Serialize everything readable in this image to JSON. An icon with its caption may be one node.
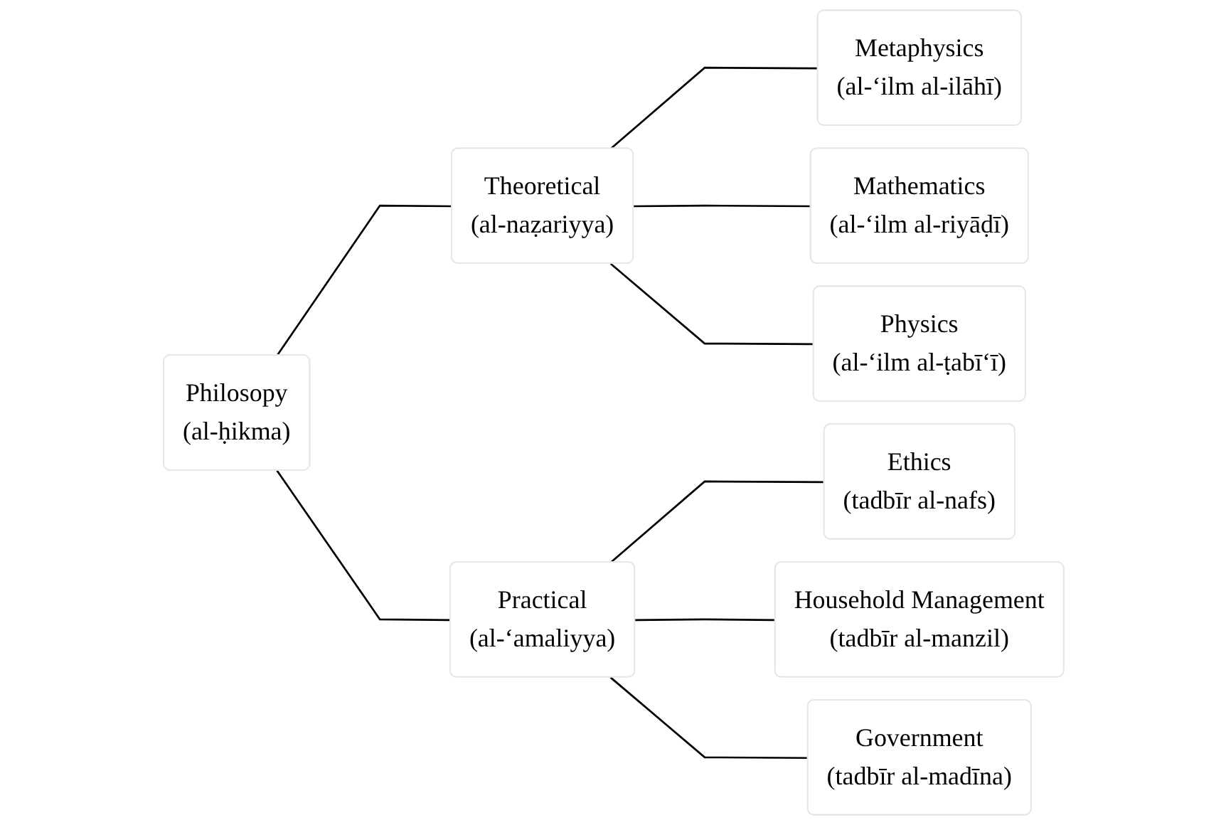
{
  "diagram": {
    "nodes": [
      {
        "text": [
          "Philosopy",
          "(al-ḥikma)"
        ]
      },
      {
        "text": [
          "Theoretical",
          "(al-naẓariyya)"
        ]
      },
      {
        "text": [
          "Metaphysics",
          "(al-‘ilm al-ilāhī)"
        ]
      },
      {
        "text": [
          "Mathematics",
          "(al-‘ilm al-riyāḍī)"
        ]
      },
      {
        "text": [
          "Physics",
          "(al-‘ilm al-ṭabī‘ī)"
        ]
      },
      {
        "text": [
          "Practical",
          "(al-‘amaliyya)"
        ]
      },
      {
        "text": [
          "Ethics",
          "(tadbīr al-nafs)"
        ]
      },
      {
        "text": [
          "Household Management",
          "(tadbīr al-manzil)"
        ]
      },
      {
        "text": [
          "Government",
          "(tadbīr al-madīna)"
        ]
      }
    ],
    "edges": [
      {
        "from": 0,
        "to": 1,
        "arrow": "none"
      },
      {
        "from": 0,
        "to": 5,
        "arrow": "none"
      },
      {
        "from": 1,
        "to": 2,
        "arrow": "none"
      },
      {
        "from": 1,
        "to": 3,
        "arrow": "none"
      },
      {
        "from": 1,
        "to": 4,
        "arrow": "none"
      },
      {
        "from": 5,
        "to": 6,
        "arrow": "none"
      },
      {
        "from": 5,
        "to": 7,
        "arrow": "none"
      },
      {
        "from": 5,
        "to": 8,
        "arrow": "none"
      }
    ]
  }
}
